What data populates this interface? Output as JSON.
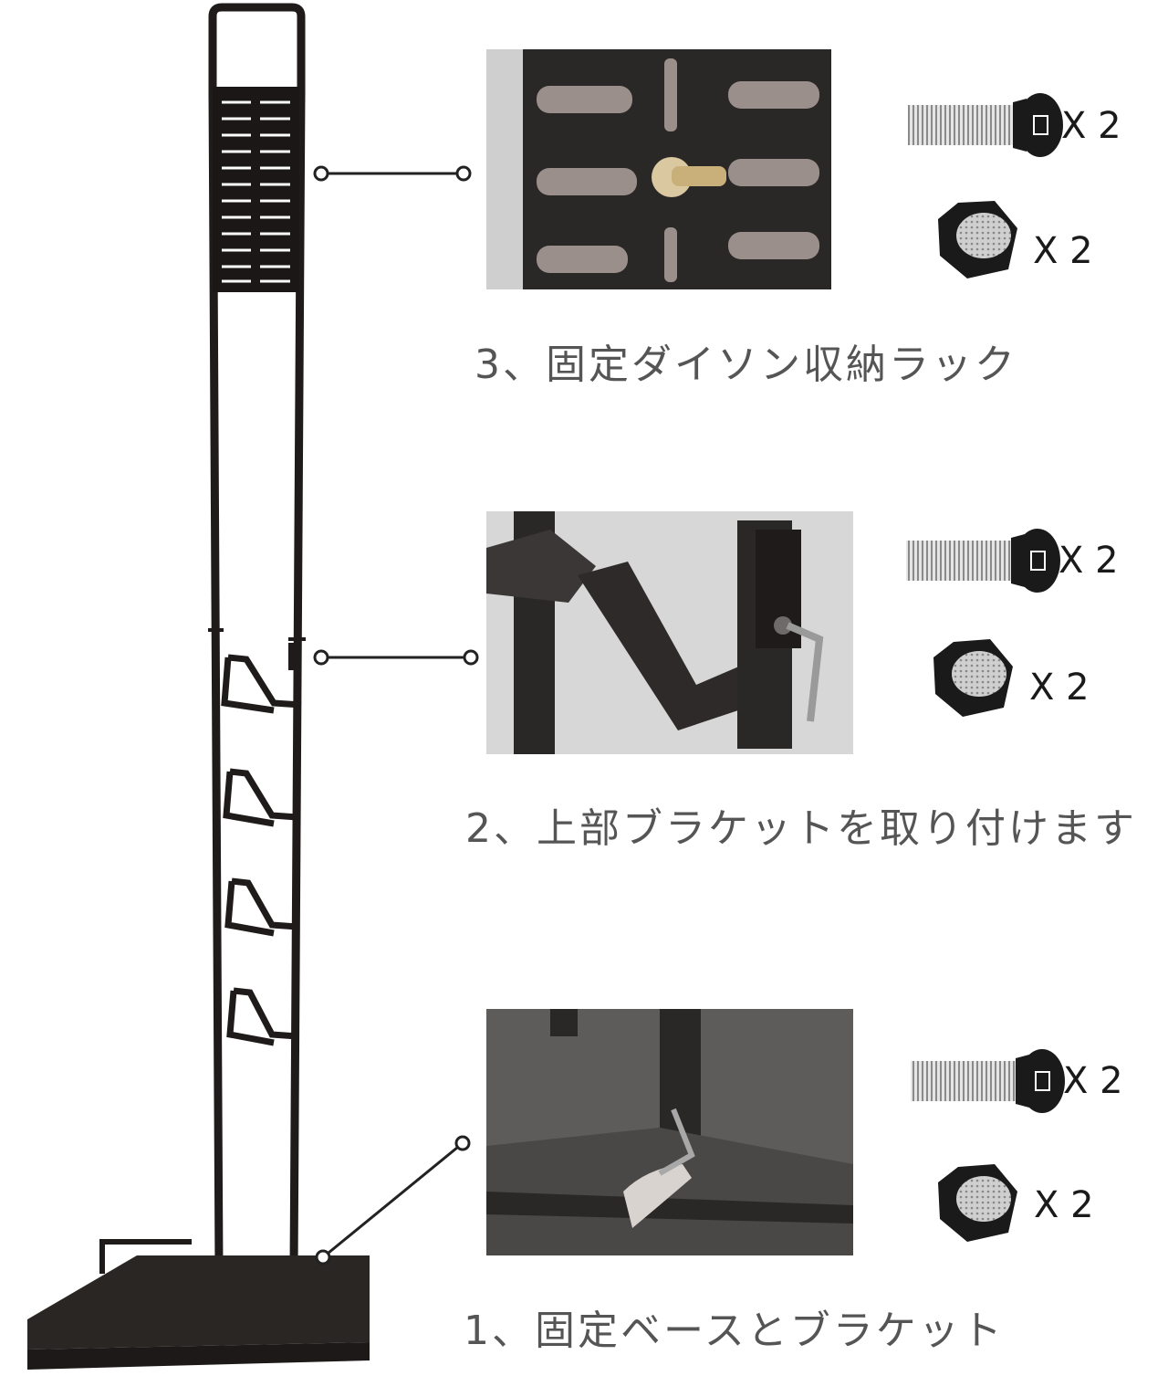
{
  "colors": {
    "frame": "#1f1b1a",
    "text": "#555555",
    "photo_bg": "#cfcfcf",
    "photo_dark": "#2a2727",
    "base": "#2a2624"
  },
  "icons": [
    "stand-frame-icon",
    "screw-icon",
    "hex-nut-icon",
    "connector-dot-icon"
  ],
  "steps": [
    {
      "caption": "3、固定ダイソン収納ラック",
      "screw_qty": "X 2",
      "nut_qty": "X 2"
    },
    {
      "caption": "2、上部ブラケットを取り付けます",
      "screw_qty": "X 2",
      "nut_qty": "X 2"
    },
    {
      "caption": "1、固定ベースとブラケット",
      "screw_qty": "X 2",
      "nut_qty": "X 2"
    }
  ]
}
